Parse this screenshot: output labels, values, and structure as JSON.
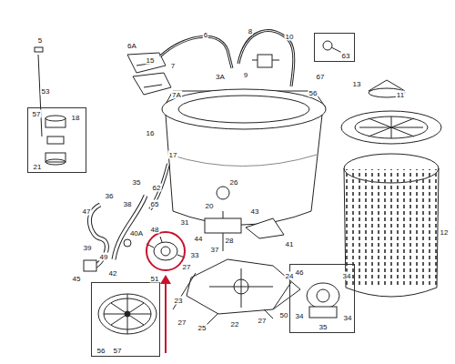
{
  "diagram": {
    "nodes": [
      {
        "text": [
          "57",
          "18",
          "21"
        ]
      },
      {
        "text": [
          "63"
        ]
      },
      {
        "text": [
          "46",
          "34",
          "34",
          "35",
          "34"
        ]
      },
      {
        "text": [
          "56",
          "57"
        ]
      }
    ],
    "labels": [
      "5",
      "53",
      "6A",
      "15",
      "7",
      "7A",
      "6",
      "8",
      "9",
      "3A",
      "10",
      "67",
      "56",
      "11",
      "16",
      "17",
      "36",
      "35",
      "38",
      "62",
      "65",
      "47",
      "40A",
      "39",
      "49",
      "45",
      "42",
      "26",
      "20",
      "31",
      "43",
      "48",
      "44",
      "28",
      "37",
      "41",
      "33",
      "27",
      "51",
      "24",
      "23",
      "27",
      "25",
      "22",
      "27",
      "50",
      "12",
      "13"
    ]
  }
}
